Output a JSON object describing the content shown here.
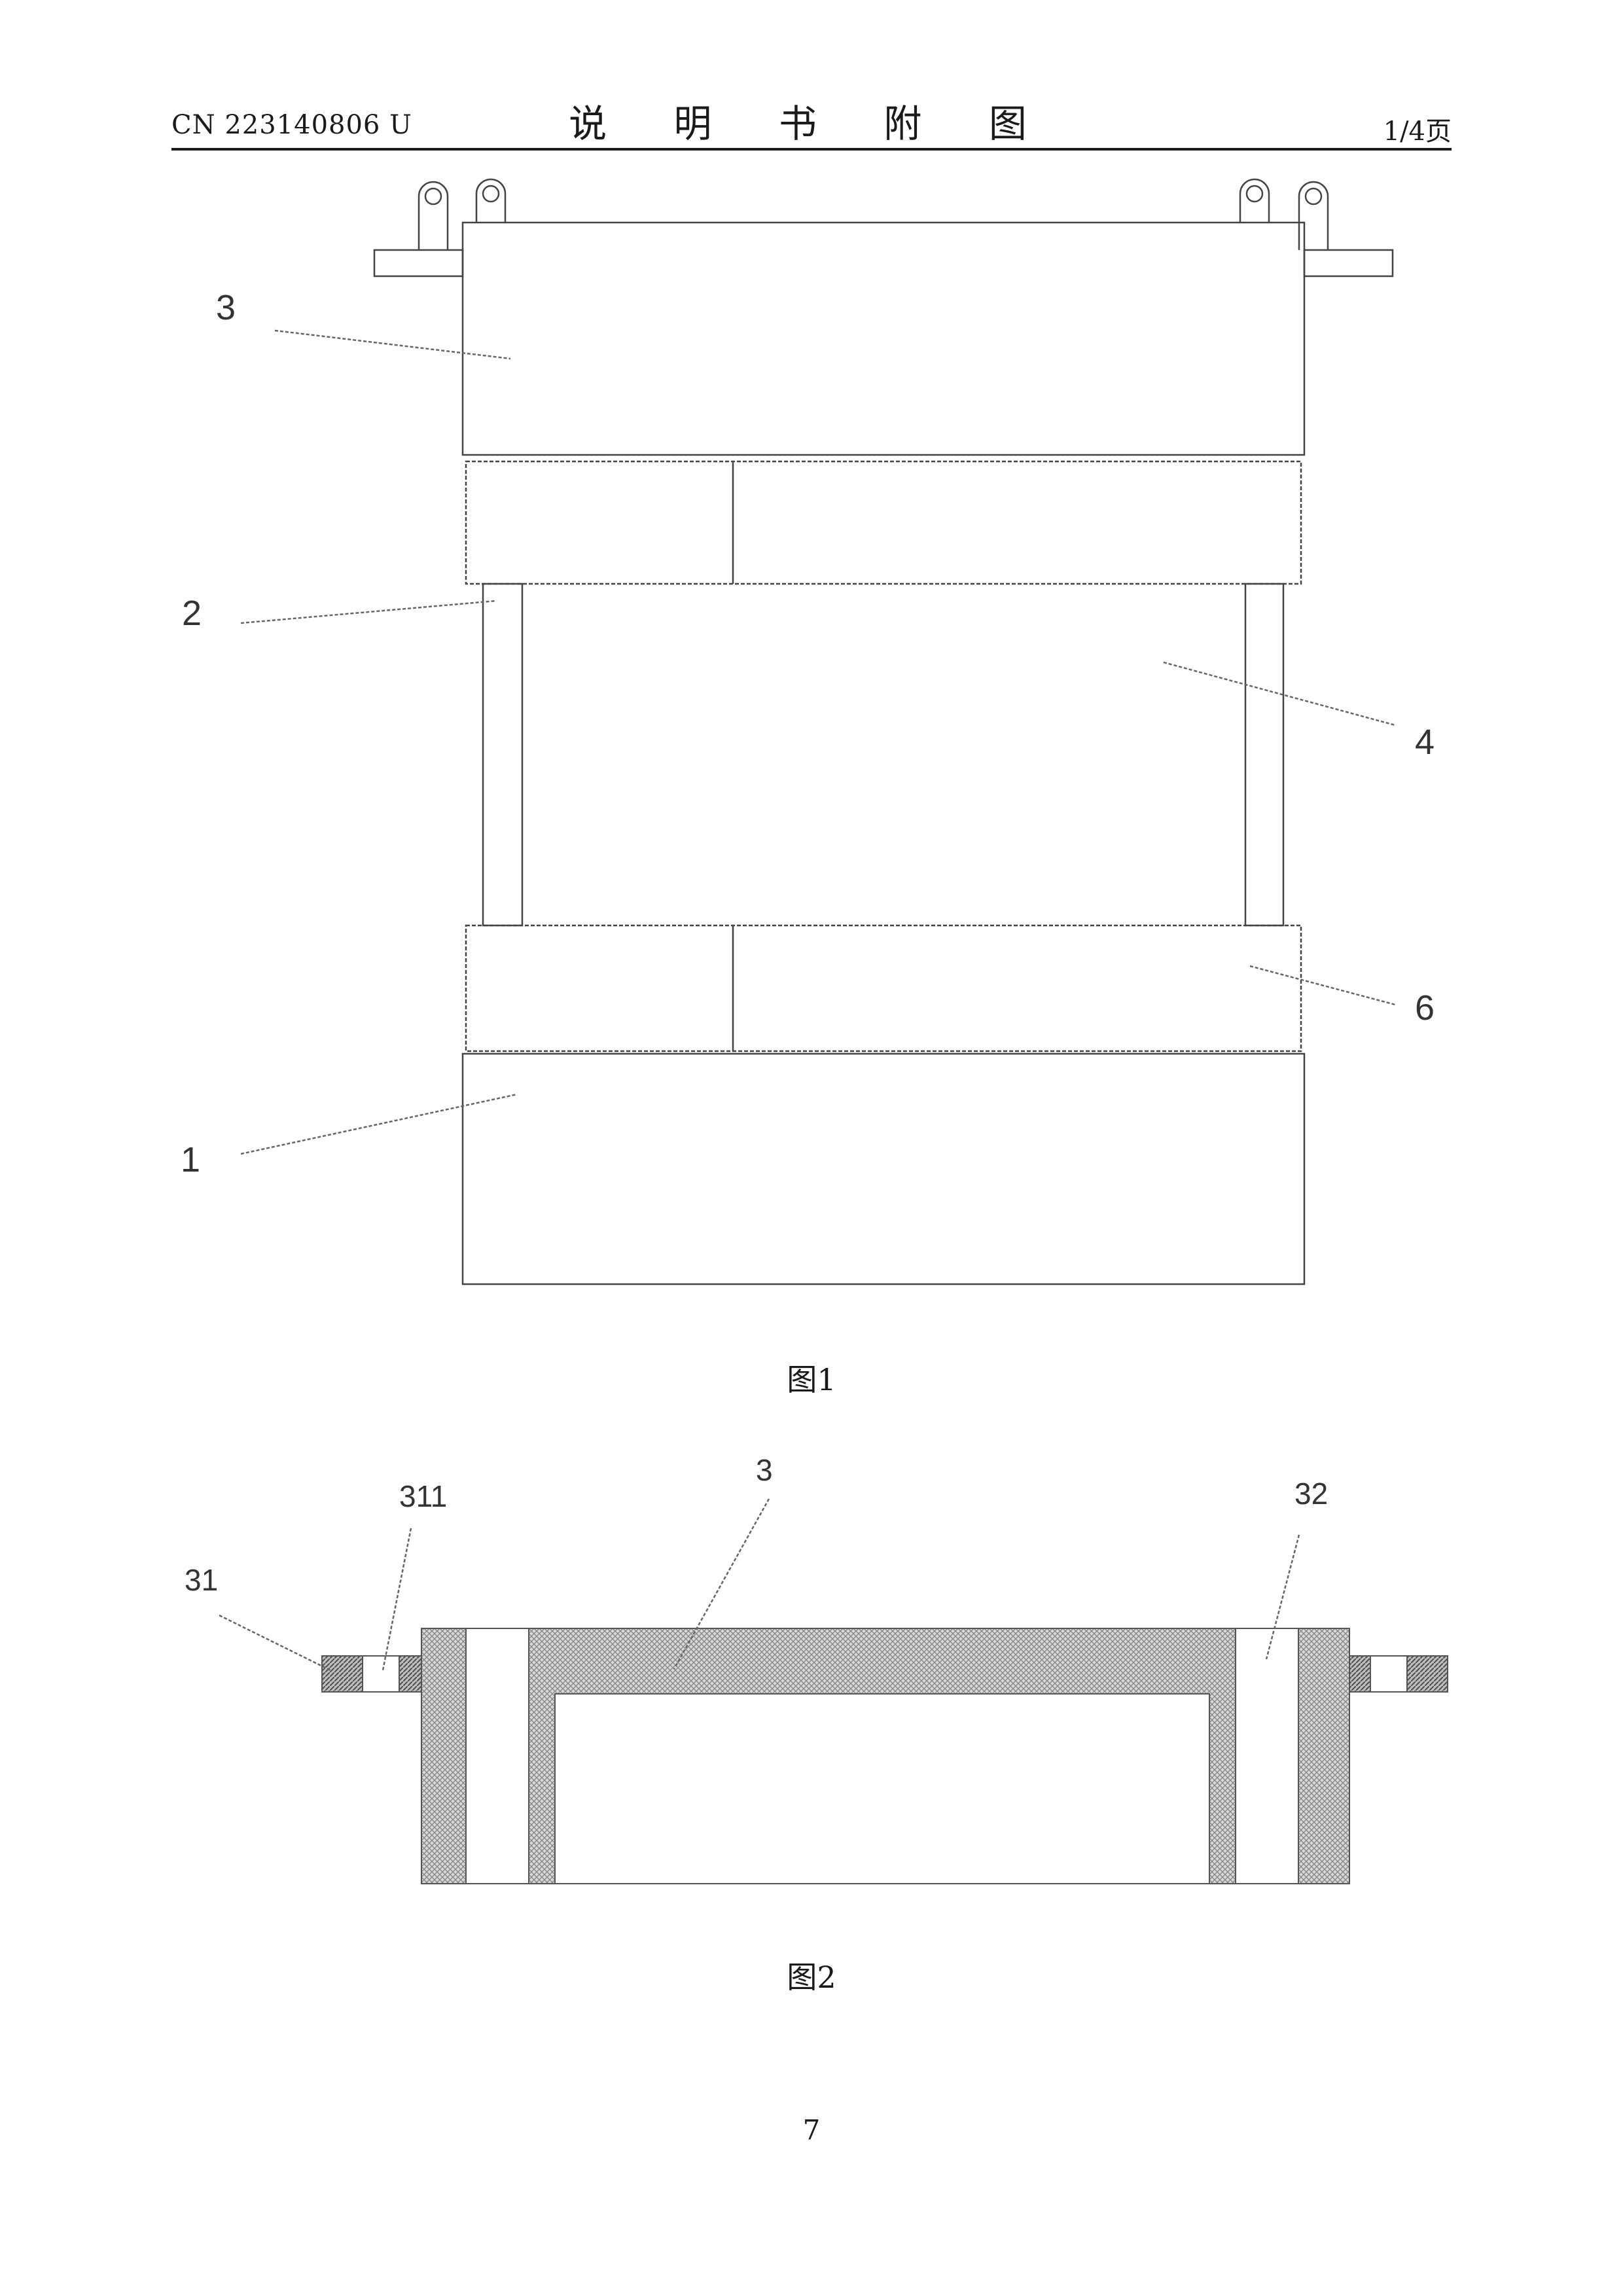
{
  "header": {
    "doc_number": "CN 223140806 U",
    "title": "说 明 书 附 图",
    "page_of": "1/4页"
  },
  "figure1": {
    "caption": "图1",
    "labels": [
      "3",
      "2",
      "4",
      "6",
      "1"
    ]
  },
  "figure2": {
    "caption": "图2",
    "labels": [
      "311",
      "3",
      "32",
      "31"
    ]
  },
  "page_number": "7"
}
